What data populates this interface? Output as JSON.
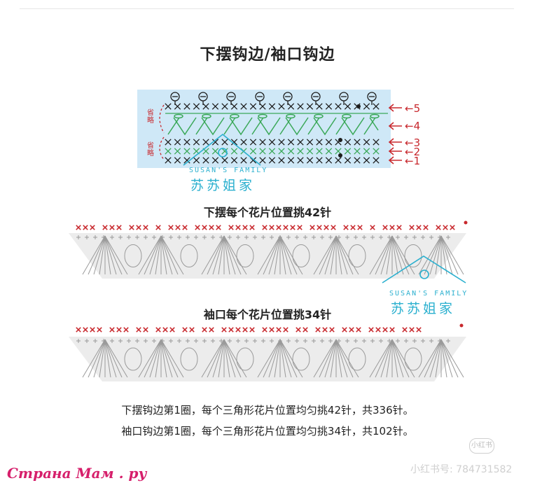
{
  "title": "下摆钩边/袖口钩边",
  "row_labels": [
    "←5",
    "←4",
    "←3",
    "←2",
    "←1"
  ],
  "omitted_label": "省略",
  "watermark": {
    "en": "SUSAN'S FAMILY",
    "cn": "苏苏姐家"
  },
  "section_hem": {
    "title": "下摆每个花片位置挑42针"
  },
  "section_cuff": {
    "title": "袖口每个花片位置挑34针"
  },
  "notes": [
    "下摆钩边第1圈，每个三角形花片位置均匀挑42针，共336针。",
    "袖口钩边第1圈，每个三角形花片位置均匀挑34针，共102针。"
  ],
  "footer": {
    "site_brand": "Страна Мам . ру",
    "badge": "小红书",
    "xhs_id": "小红书号: 784731582"
  },
  "colors": {
    "diagram_bg": "#cfe8f7",
    "stitch_dark": "#1d1d1d",
    "stitch_green": "#3aa858",
    "accent_red": "#c8282d",
    "watermark": "#2bb0cf",
    "panel_gray": "#ececec"
  }
}
